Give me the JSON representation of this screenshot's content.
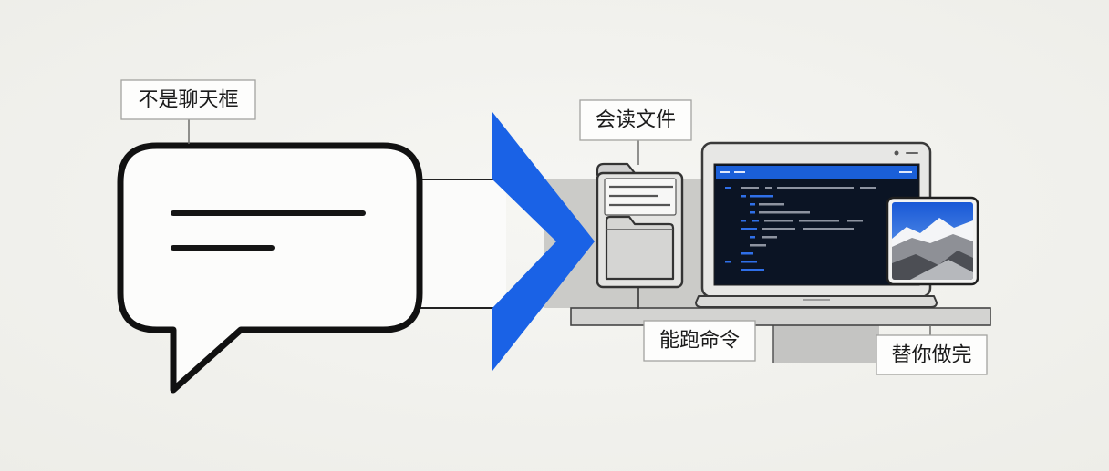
{
  "labels": {
    "not_chat_box": "不是聊天框",
    "read_files": "会读文件",
    "run_commands": "能跑命令",
    "finish_for_you": "替你做完"
  },
  "icons": {
    "chat": "chat-bubble-icon",
    "arrow": "chevron-arrow-icon",
    "files": "file-folder-icon",
    "terminal": "laptop-code-icon",
    "image": "mountain-image-icon"
  },
  "colors": {
    "accent_blue": "#1a62e6",
    "screen_bar_blue": "#1a5fd8",
    "screen_dark": "#0b1424",
    "shelf_gray": "#d3d3d1",
    "background": "#f2f2ee"
  }
}
